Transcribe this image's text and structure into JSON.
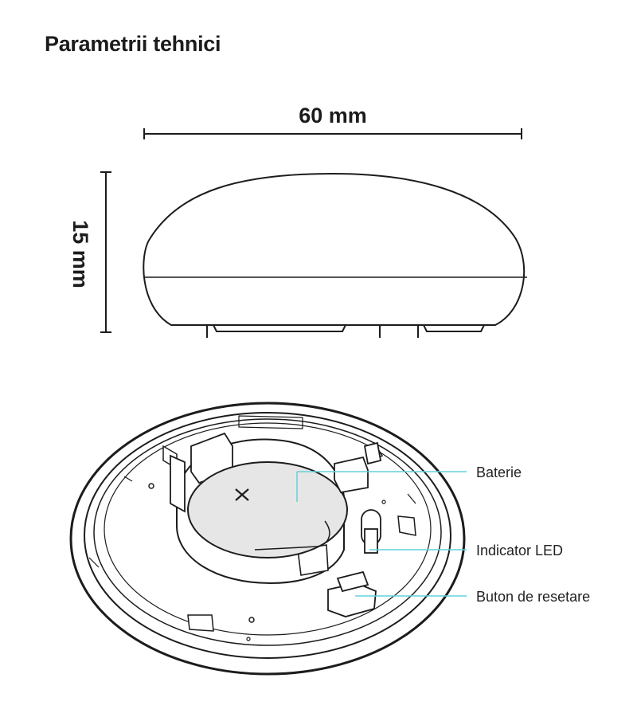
{
  "title": "Parametrii tehnici",
  "dimensions": {
    "width_label": "60 mm",
    "height_label": "15 mm"
  },
  "callouts": {
    "battery": "Baterie",
    "led": "Indicator LED",
    "reset": "Buton de resetare"
  },
  "colors": {
    "line": "#1c1c1c",
    "callout": "#62d2dc",
    "battery_fill": "#e6e6e6"
  }
}
